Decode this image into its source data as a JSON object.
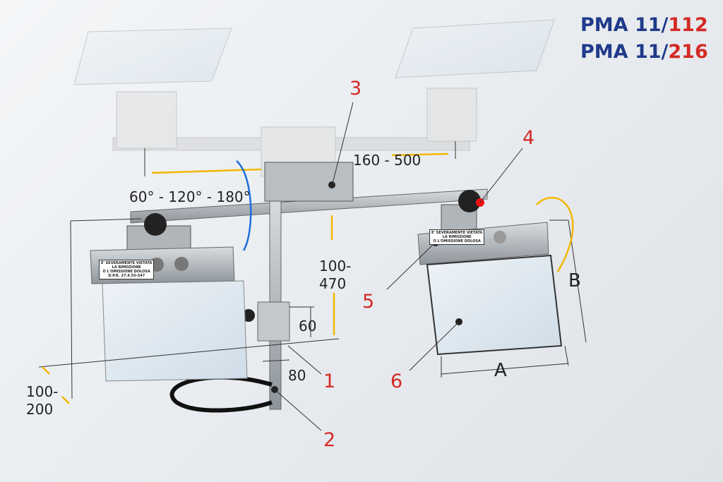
{
  "title": {
    "lines": [
      {
        "prefix": "PMA 11/",
        "suffix": "112"
      },
      {
        "prefix": "PMA 11/",
        "suffix": "216"
      }
    ]
  },
  "colors": {
    "title_blue": "#1f3a8a",
    "number_red": "#d42a25",
    "arrow_yellow": "#f2b705",
    "arrow_blue": "#1e6fd9"
  },
  "callouts": [
    "1",
    "2",
    "3",
    "4",
    "5",
    "6"
  ],
  "dimensions": {
    "width_range": "160 - 500",
    "rotation": "60° - 120° - 180°",
    "height_range_1": "100-",
    "height_range_2": "470",
    "clamp_height": "60",
    "clamp_width": "80",
    "offset_1": "100-",
    "offset_2": "200",
    "plate_a": "A",
    "plate_b": "B"
  },
  "sticker": {
    "line1": "E' SEVERAMENTE VIETATA",
    "line2": "LA RIMOZIONE",
    "line3": "O L'OMISSIONE DOLOSA",
    "line4": "D.P.R. 27.4.55-547"
  }
}
